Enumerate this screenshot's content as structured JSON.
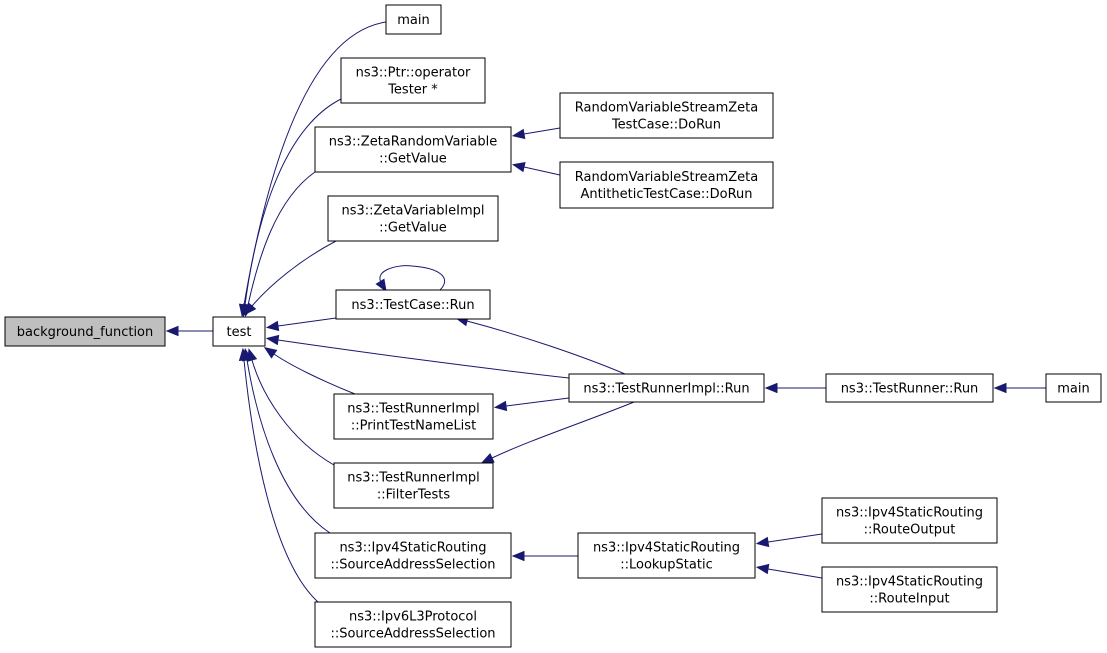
{
  "graph": {
    "colors": {
      "edge": "#191970",
      "highlight_fill": "#bfbfbf",
      "box_fill": "#ffffff",
      "text": "#000000"
    },
    "nodes": [
      {
        "id": "background_function",
        "lines": [
          "background_function"
        ],
        "highlight": true
      },
      {
        "id": "test",
        "lines": [
          "test"
        ]
      },
      {
        "id": "main_top",
        "lines": [
          "main"
        ]
      },
      {
        "id": "ptr_operator",
        "lines": [
          "ns3::Ptr::operator",
          "Tester *"
        ]
      },
      {
        "id": "zeta_rv_getvalue",
        "lines": [
          "ns3::ZetaRandomVariable",
          "::GetValue"
        ]
      },
      {
        "id": "zeta_impl_getvalue",
        "lines": [
          "ns3::ZetaVariableImpl",
          "::GetValue"
        ]
      },
      {
        "id": "testcase_run",
        "lines": [
          "ns3::TestCase::Run"
        ]
      },
      {
        "id": "printtestnamelist",
        "lines": [
          "ns3::TestRunnerImpl",
          "::PrintTestNameList"
        ]
      },
      {
        "id": "filtertests",
        "lines": [
          "ns3::TestRunnerImpl",
          "::FilterTests"
        ]
      },
      {
        "id": "ipv4_sas",
        "lines": [
          "ns3::Ipv4StaticRouting",
          "::SourceAddressSelection"
        ]
      },
      {
        "id": "ipv6_sas",
        "lines": [
          "ns3::Ipv6L3Protocol",
          "::SourceAddressSelection"
        ]
      },
      {
        "id": "rvs_zeta_dorun",
        "lines": [
          "RandomVariableStreamZeta",
          "TestCase::DoRun"
        ]
      },
      {
        "id": "rvs_zeta_anti_dorun",
        "lines": [
          "RandomVariableStreamZeta",
          "AntitheticTestCase::DoRun"
        ]
      },
      {
        "id": "testrunnerimpl_run",
        "lines": [
          "ns3::TestRunnerImpl::Run"
        ]
      },
      {
        "id": "testrunner_run",
        "lines": [
          "ns3::TestRunner::Run"
        ]
      },
      {
        "id": "main_right",
        "lines": [
          "main"
        ]
      },
      {
        "id": "lookupstatic",
        "lines": [
          "ns3::Ipv4StaticRouting",
          "::LookupStatic"
        ]
      },
      {
        "id": "routeoutput",
        "lines": [
          "ns3::Ipv4StaticRouting",
          "::RouteOutput"
        ]
      },
      {
        "id": "routeinput",
        "lines": [
          "ns3::Ipv4StaticRouting",
          "::RouteInput"
        ]
      }
    ],
    "edges": [
      {
        "from": "test",
        "to": "background_function"
      },
      {
        "from": "main_top",
        "to": "test"
      },
      {
        "from": "ptr_operator",
        "to": "test"
      },
      {
        "from": "zeta_rv_getvalue",
        "to": "test"
      },
      {
        "from": "zeta_impl_getvalue",
        "to": "test"
      },
      {
        "from": "testcase_run",
        "to": "test"
      },
      {
        "from": "testrunnerimpl_run",
        "to": "test"
      },
      {
        "from": "printtestnamelist",
        "to": "test"
      },
      {
        "from": "filtertests",
        "to": "test"
      },
      {
        "from": "ipv4_sas",
        "to": "test"
      },
      {
        "from": "ipv6_sas",
        "to": "test"
      },
      {
        "from": "rvs_zeta_dorun",
        "to": "zeta_rv_getvalue"
      },
      {
        "from": "rvs_zeta_anti_dorun",
        "to": "zeta_rv_getvalue"
      },
      {
        "from": "testcase_run",
        "to": "testcase_run"
      },
      {
        "from": "testrunnerimpl_run",
        "to": "testcase_run"
      },
      {
        "from": "testrunnerimpl_run",
        "to": "printtestnamelist"
      },
      {
        "from": "testrunnerimpl_run",
        "to": "filtertests"
      },
      {
        "from": "testrunner_run",
        "to": "testrunnerimpl_run"
      },
      {
        "from": "main_right",
        "to": "testrunner_run"
      },
      {
        "from": "lookupstatic",
        "to": "ipv4_sas"
      },
      {
        "from": "routeoutput",
        "to": "lookupstatic"
      },
      {
        "from": "routeinput",
        "to": "lookupstatic"
      }
    ]
  }
}
